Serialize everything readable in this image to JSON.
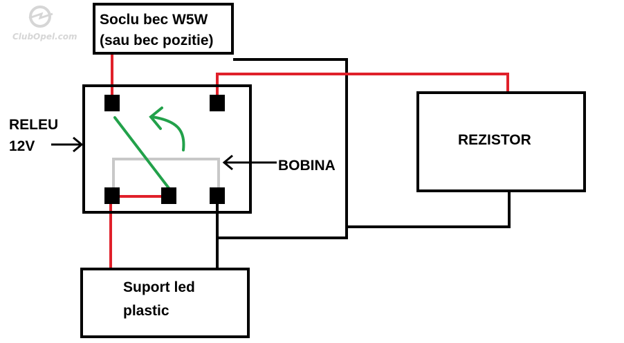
{
  "watermark": {
    "text": "ClubOpel.com",
    "icon": "opel-logo-icon"
  },
  "labels": {
    "socket_line1": "Soclu bec W5W",
    "socket_line2": "(sau bec pozitie)",
    "relay_line1": "RELEU",
    "relay_line2": "12V",
    "coil": "BOBINA",
    "resistor": "REZISTOR",
    "led_line1": "Suport led",
    "led_line2": "plastic"
  },
  "colors": {
    "wire_black": "#000000",
    "wire_red": "#e0202a",
    "wire_green": "#22a14a",
    "coil_gray": "#c8c8c8",
    "background": "#ffffff"
  }
}
